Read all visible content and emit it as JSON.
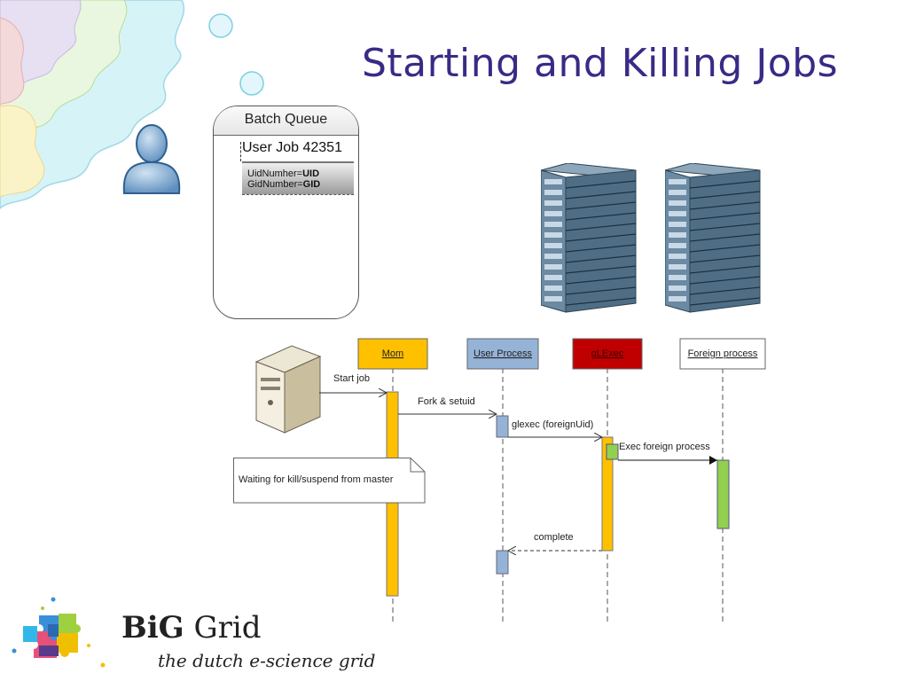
{
  "slide": {
    "title": "Starting and Killing Jobs"
  },
  "batch_queue": {
    "title": "Batch Queue",
    "job": "User Job 42351",
    "uid_label": "UidNumher=",
    "uid_value": "UID",
    "gid_label": "GidNumber=",
    "gid_value": "GID"
  },
  "sequence": {
    "lifelines": [
      {
        "label": "Mom",
        "color": "#ffc000"
      },
      {
        "label": "User Process",
        "color": "#95b3d7"
      },
      {
        "label": "gLExec",
        "color": "#c00000"
      },
      {
        "label": "Foreign process",
        "color": "#ffffff"
      }
    ],
    "messages": {
      "start_job": "Start job",
      "fork_setuid": "Fork & setuid",
      "glexec_call": "glexec (foreignUid)",
      "exec_foreign": "Exec foreign process",
      "complete": "complete"
    },
    "note": "Waiting for kill/suspend from master"
  },
  "logo": {
    "big_bold": "BiG",
    "big_rest": " Grid",
    "subtitle": "the dutch e-science grid"
  },
  "colors": {
    "title": "#3a2a86",
    "mom": "#ffc000",
    "user_process": "#95b3d7",
    "glexec": "#c00000",
    "foreign_activation": "#92d050",
    "server": "#5a7a92"
  }
}
